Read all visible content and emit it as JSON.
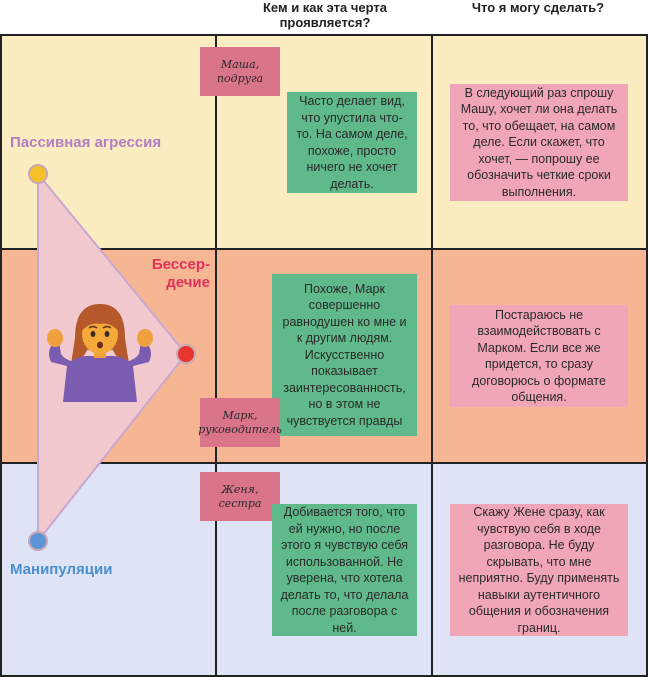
{
  "headers": {
    "col2": "Кем и как эта черта\nпроявляется?",
    "col3": "Что я могу сделать?"
  },
  "colors": {
    "band1": "#fcecc1",
    "band2": "#f6b693",
    "band3": "#dee3f6",
    "green_note": "#5fb98a",
    "pink_note": "#f0a6b6",
    "tag": "#d9748a",
    "triangle": "#f2c9cf",
    "triangle_stroke": "#c9a8cf"
  },
  "traits": [
    {
      "label": "Пассивная агрессия",
      "label_color": "#b07fc4",
      "dot_color": "#f6c02a",
      "person": "Маша,\nподруга",
      "how": "Часто делает вид, что упустила что-то. На самом деле, похоже, просто ничего не хочет делать.",
      "action": "В следующий раз спрошу Машу, хочет ли она делать то, что обещает, на самом деле. Если скажет, что хочет, — попрошу ее обозначить четкие сроки выполнения."
    },
    {
      "label": "Бессер-\nдечие",
      "label_color": "#e0315a",
      "dot_color": "#e8342f",
      "person": "Марк,\nруководитель",
      "how": "Похоже, Марк совершенно равнодушен ко мне и к другим людям. Искусственно показывает заинтересованность, но в этом не чувствуется правды",
      "action": "Постараюсь не взаимодействовать с Марком. Если все же придется, то сразу договорюсь о формате общения."
    },
    {
      "label": "Манипуляции",
      "label_color": "#4a8fcf",
      "dot_color": "#5b95d6",
      "person": "Женя,\nсестра",
      "how": "Добивается того, что ей нужно, но после этого я чувствую себя использованной. Не уверена, что хотела делать то, что делала после разговора с ней.",
      "action": "Скажу Жене сразу, как чувствую себя в ходе разговора. Не буду скрывать, что мне неприятно. Буду применять навыки аутентичного общения и обозначения границ."
    }
  ],
  "icons": {
    "center_figure": "person-shrugging-icon"
  }
}
